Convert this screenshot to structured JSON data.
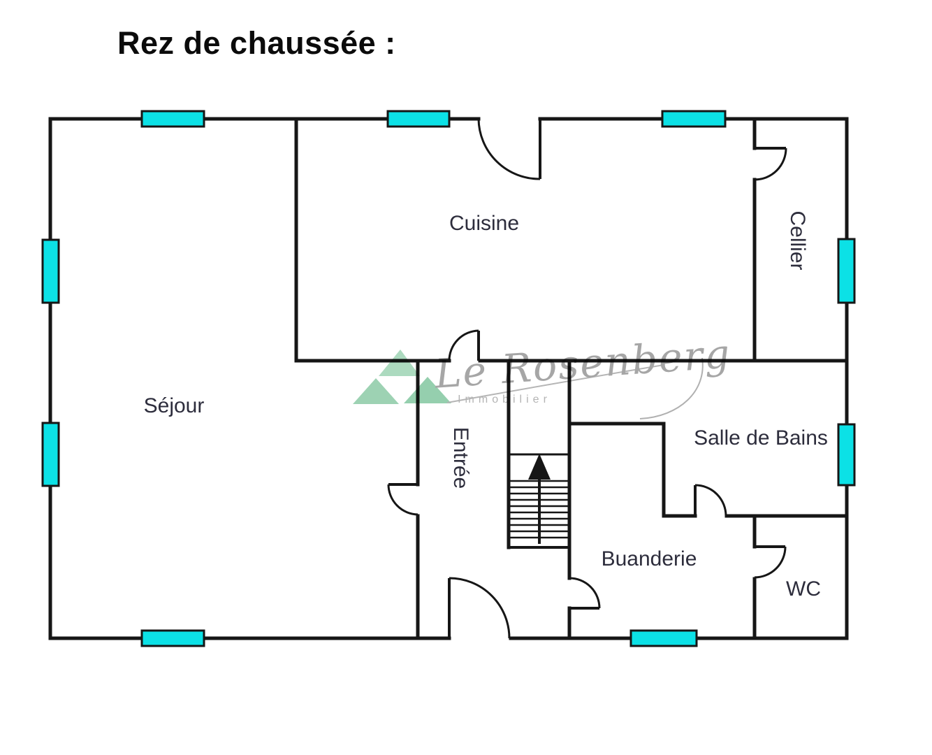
{
  "header": {
    "title": "Rez de chaussée :"
  },
  "rooms": {
    "cuisine": {
      "label": "Cuisine"
    },
    "cellier": {
      "label": "Cellier"
    },
    "sejour": {
      "label": "Séjour"
    },
    "entree": {
      "label": "Entrée"
    },
    "salle_de_bains": {
      "label": "Salle de Bains"
    },
    "buanderie": {
      "label": "Buanderie"
    },
    "wc": {
      "label": "WC"
    }
  },
  "watermark": {
    "brand": "Le Rosenberg",
    "tagline": "Immobilier"
  },
  "colors": {
    "wall": "#161616",
    "window-fill": "#0ce1e6",
    "label": "#2d2d3c",
    "title": "#0b0b0b",
    "watermark-text": "#a6a6a6",
    "watermark-tagline": "#b4b4b4",
    "watermark-green": "#8ccaa6"
  }
}
